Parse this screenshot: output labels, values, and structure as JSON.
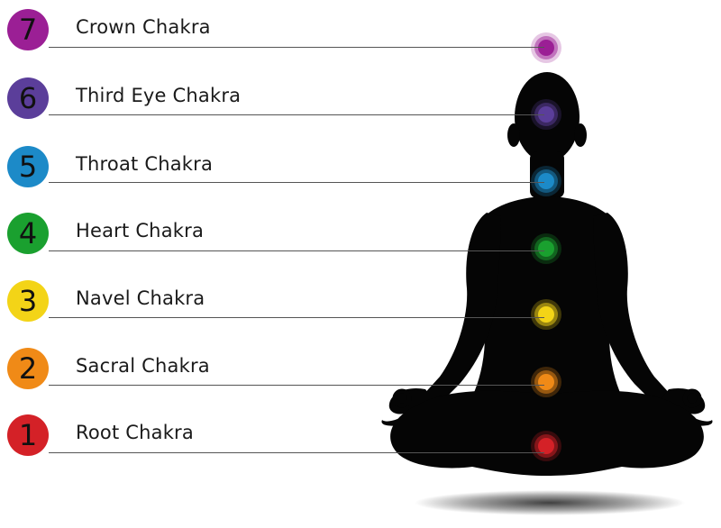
{
  "chakras": [
    {
      "number": "7",
      "name": "Crown Chakra",
      "color": "#9b1f95"
    },
    {
      "number": "6",
      "name": "Third Eye Chakra",
      "color": "#5b3e9a"
    },
    {
      "number": "5",
      "name": "Throat Chakra",
      "color": "#1c8ac8"
    },
    {
      "number": "4",
      "name": "Heart Chakra",
      "color": "#1aa02f"
    },
    {
      "number": "3",
      "name": "Navel Chakra",
      "color": "#f3d417"
    },
    {
      "number": "2",
      "name": "Sacral Chakra",
      "color": "#f08a17"
    },
    {
      "number": "1",
      "name": "Root Chakra",
      "color": "#d42127"
    }
  ],
  "colors": {
    "silhouette": "#050505",
    "leader_line": "#555555"
  }
}
